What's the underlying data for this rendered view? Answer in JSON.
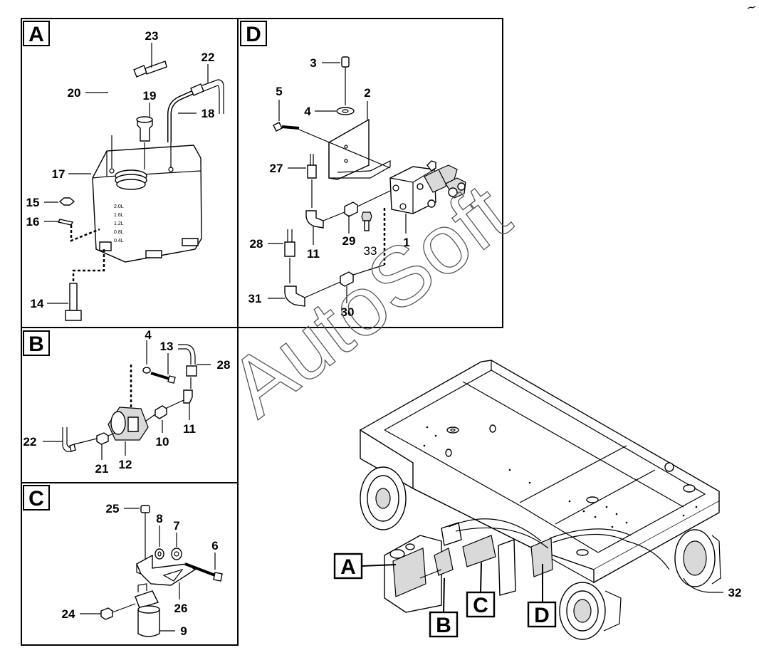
{
  "panels": {
    "A": {
      "label": "A"
    },
    "B": {
      "label": "B"
    },
    "C": {
      "label": "C"
    },
    "D": {
      "label": "D"
    }
  },
  "callouts": {
    "A": [
      "23",
      "22",
      "20",
      "19",
      "18",
      "17",
      "15",
      "16",
      "14"
    ],
    "B": [
      "4",
      "13",
      "28",
      "11",
      "10",
      "12",
      "21",
      "22"
    ],
    "C": [
      "25",
      "8",
      "7",
      "6",
      "26",
      "24",
      "9"
    ],
    "D": [
      "3",
      "5",
      "2",
      "4",
      "27",
      "29",
      "33",
      "1",
      "11",
      "28",
      "31",
      "30"
    ],
    "main": [
      "32"
    ]
  },
  "location_markers": [
    "A",
    "B",
    "C",
    "D"
  ],
  "tank_scale": [
    "2.0L",
    "1.6L",
    "1.2L",
    "0.8L",
    "0.4L"
  ],
  "watermark": "AutoSoft"
}
